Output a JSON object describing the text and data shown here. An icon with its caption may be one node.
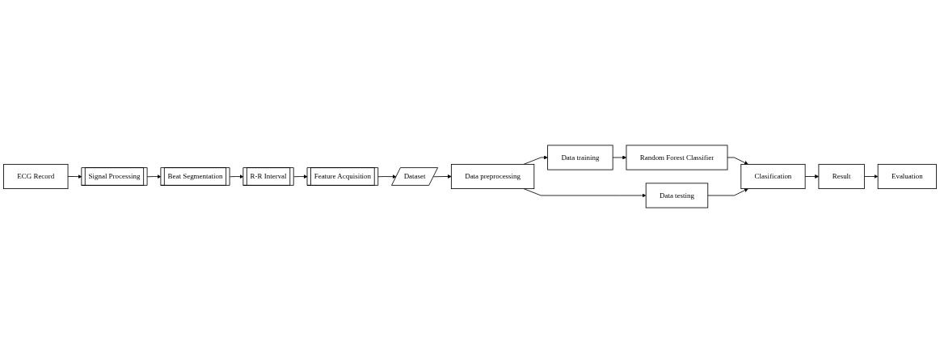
{
  "diagram": {
    "nodes": [
      {
        "text": [
          "ECG Record"
        ]
      },
      {
        "text": [
          "Signal Processing"
        ]
      },
      {
        "text": [
          "Beat Segmentation"
        ]
      },
      {
        "text": [
          "R-R Interval"
        ]
      },
      {
        "text": [
          "Feature Acquisition"
        ]
      },
      {
        "text": [
          "Dataset"
        ]
      },
      {
        "text": [
          "Data preprocessing"
        ]
      },
      {
        "text": [
          "Data training"
        ]
      },
      {
        "text": [
          "Random Forest Classifier"
        ]
      },
      {
        "text": [
          "Clasification"
        ]
      },
      {
        "text": [
          "Data testing"
        ]
      },
      {
        "text": [
          "Result"
        ]
      },
      {
        "text": [
          "Evaluation"
        ]
      }
    ],
    "edges": [
      {
        "from": 0,
        "to": 1,
        "arrow": "to"
      },
      {
        "from": 1,
        "to": 2,
        "arrow": "to"
      },
      {
        "from": 2,
        "to": 3,
        "arrow": "to"
      },
      {
        "from": 3,
        "to": 4,
        "arrow": "to"
      },
      {
        "from": 4,
        "to": 5,
        "arrow": "to"
      },
      {
        "from": 5,
        "to": 6,
        "arrow": "to"
      },
      {
        "from": 6,
        "to": 7,
        "arrow": "to"
      },
      {
        "from": 6,
        "to": 10,
        "arrow": "to"
      },
      {
        "from": 7,
        "to": 8,
        "arrow": "to"
      },
      {
        "from": 8,
        "to": 9,
        "arrow": "to"
      },
      {
        "from": 10,
        "to": 9,
        "arrow": "to"
      },
      {
        "from": 9,
        "to": 11,
        "arrow": "to"
      },
      {
        "from": 11,
        "to": 12,
        "arrow": "to"
      }
    ]
  }
}
